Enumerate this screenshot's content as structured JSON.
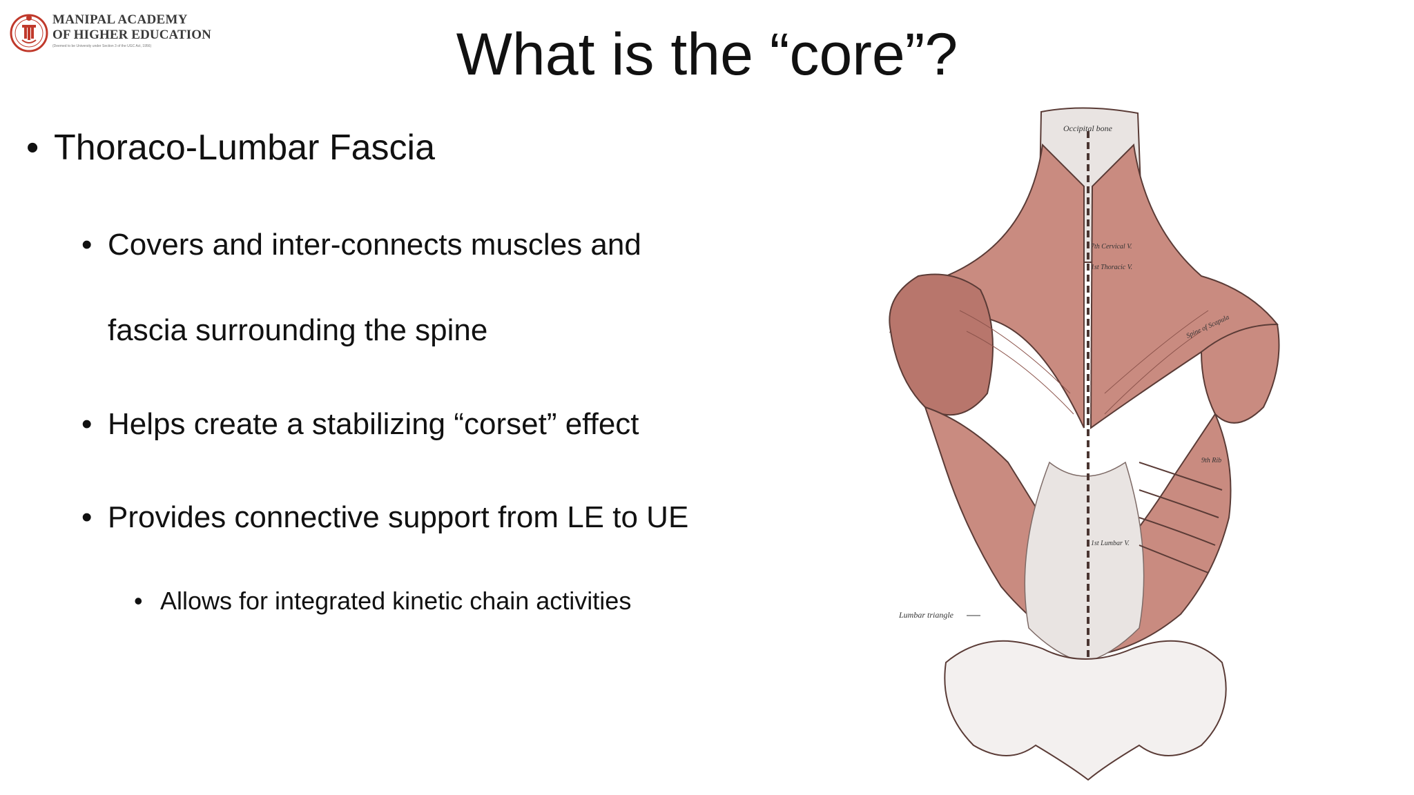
{
  "logo": {
    "line1": "MANIPAL ACADEMY",
    "line2": "OF HIGHER EDUCATION",
    "fine_print": "(Deemed to be University under Section 3 of the UGC Act, 1956)",
    "colors": {
      "emblem": "#c0392b",
      "text": "#3a3a3a"
    }
  },
  "title": "What is the “core”?",
  "bullets": {
    "main": "Thoraco-Lumbar Fascia",
    "sub1_line1": "Covers and inter-connects muscles and",
    "sub1_line2": "fascia surrounding the spine",
    "sub2": "Helps create a stabilizing “corset” effect",
    "sub3": "Provides connective support from LE to UE",
    "sub3_child": "Allows for integrated kinetic chain activities",
    "bullet_glyph": "•"
  },
  "illustration": {
    "labels": {
      "occipital": "Occipital bone",
      "lumbar_triangle": "Lumbar triangle",
      "spine_scapula": "Spine of Scapula",
      "thoracic": "1st Thoracic V.",
      "cervical": "7th Cervical V.",
      "lumbar": "1st Lumbar V.",
      "rib": "9th Rib"
    },
    "colors": {
      "muscle": "#c98b80",
      "muscle_dark": "#a9665d",
      "fascia": "#e9e4e2",
      "outline": "#5a3b36"
    }
  }
}
